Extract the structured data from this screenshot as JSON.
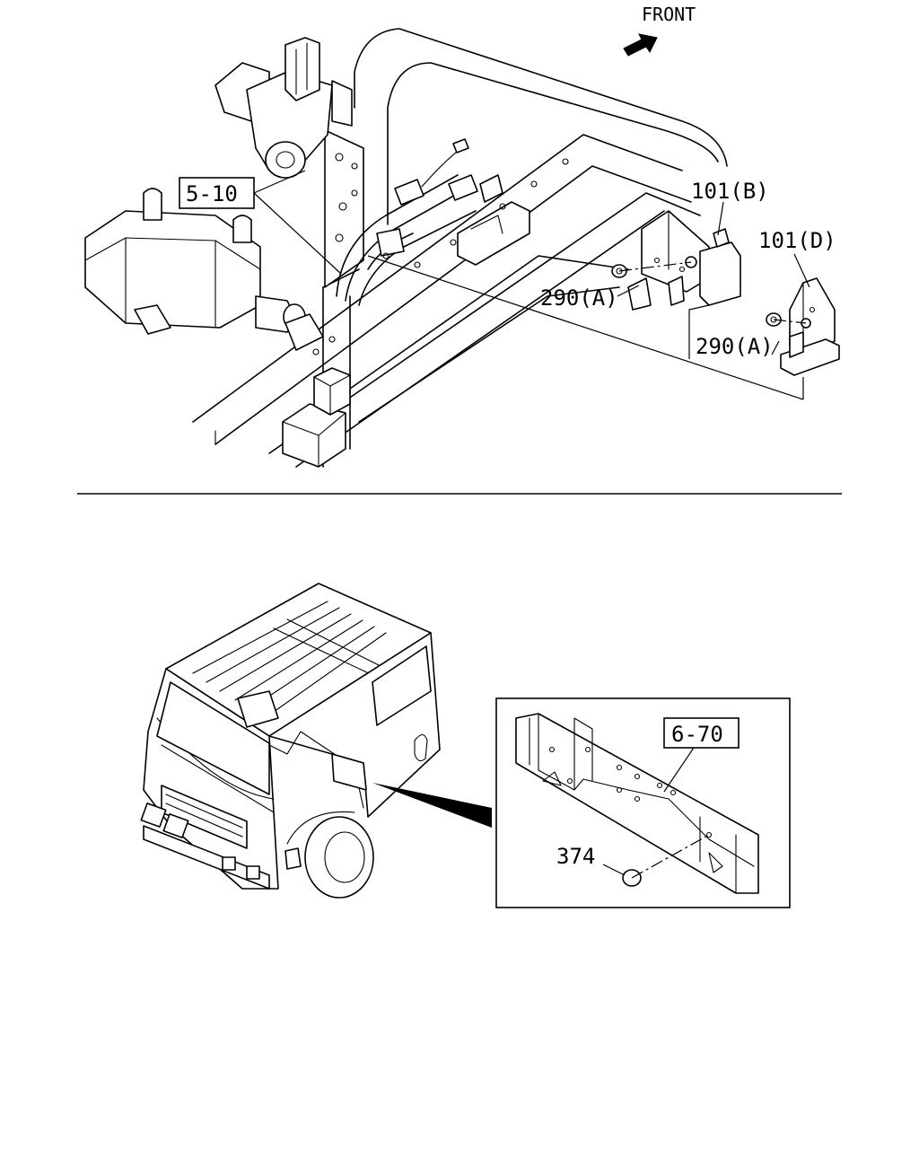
{
  "front_label": "FRONT",
  "callouts": {
    "ref_5_10": "5-10",
    "part_101b": "101(B)",
    "part_101d": "101(D)",
    "part_290a_1": "290(A)",
    "part_290a_2": "290(A)",
    "ref_6_70": "6-70",
    "part_374": "374"
  },
  "icons": {
    "front_arrow": "arrow-right-up-icon"
  }
}
